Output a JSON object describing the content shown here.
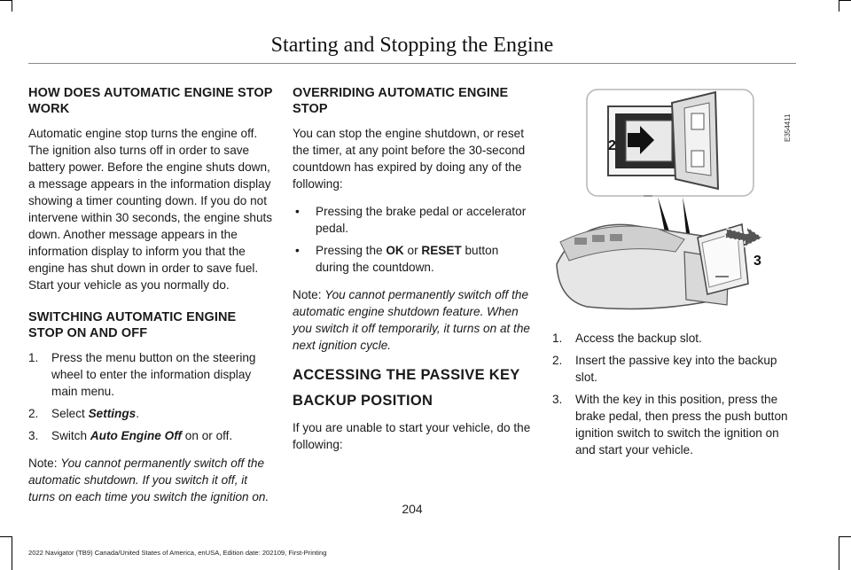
{
  "header": {
    "title": "Starting and Stopping the Engine"
  },
  "col1": {
    "heading1": "HOW DOES AUTOMATIC ENGINE STOP WORK",
    "para1": "Automatic engine stop turns the engine off. The ignition also turns off in order to save battery power. Before the engine shuts down, a message appears in the information display showing a timer counting down. If you do not intervene within 30 seconds, the engine shuts down. Another message appears in the information display to inform you that the engine has shut down in order to save fuel. Start your vehicle as you normally do.",
    "heading2": "SWITCHING AUTOMATIC ENGINE STOP ON AND OFF",
    "steps": [
      {
        "num": "1.",
        "text": "Press the menu button on the steering wheel to enter the information display main menu."
      },
      {
        "num": "2.",
        "prefix": "Select ",
        "em": "Settings",
        "suffix": "."
      },
      {
        "num": "3.",
        "prefix": "Switch ",
        "em": "Auto Engine Off",
        "suffix": " on or off."
      }
    ],
    "note_label": "Note:",
    "note_text": "You cannot permanently switch off the automatic shutdown.  If you switch it off, it turns on each time you switch the ignition on."
  },
  "col2": {
    "heading1": "OVERRIDING AUTOMATIC ENGINE STOP",
    "para1": "You can stop the engine shutdown, or reset the timer, at any point before the 30-second countdown has expired by doing any of the following:",
    "bullets": [
      {
        "text": "Pressing the brake pedal or accelerator pedal."
      },
      {
        "prefix": "Pressing the ",
        "b1": "OK",
        "mid": " or ",
        "b2": "RESET",
        "suffix": " button during the countdown."
      }
    ],
    "bullet_char": "•",
    "note_label": "Note:",
    "note_text": "You cannot permanently switch off the automatic engine shutdown feature. When you switch it off temporarily, it turns on at the next ignition cycle.",
    "heading2_line1": "ACCESSING THE PASSIVE KEY",
    "heading2_line2": "BACKUP POSITION",
    "para2": "If you are unable to start your vehicle, do the following:"
  },
  "figure": {
    "label_2": "2",
    "label_3": "3",
    "code": "E354411"
  },
  "col3": {
    "steps": [
      {
        "num": "1.",
        "text": "Access the backup slot."
      },
      {
        "num": "2.",
        "text": "Insert the passive key into the backup slot."
      },
      {
        "num": "3.",
        "text": "With the key in this position, press the brake pedal, then press the push button ignition switch to switch the ignition on and start your vehicle."
      }
    ]
  },
  "page_number": "204",
  "footer": "2022 Navigator (TB9) Canada/United States of America, enUSA, Edition date: 202109, First-Printing"
}
